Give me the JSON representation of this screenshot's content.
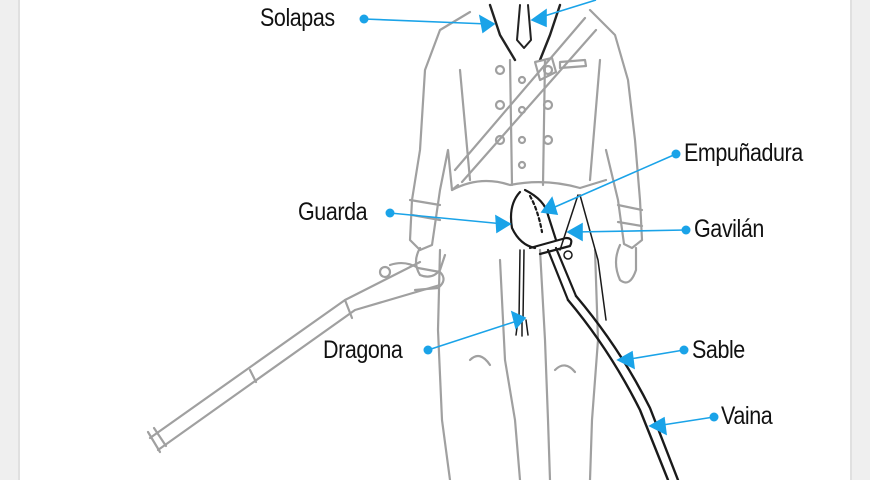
{
  "diagram": {
    "subject": "labeled illustration of a uniformed soldier with rifle and sabre",
    "accent_color": "#1aa3e8",
    "line_color": "#9a9a9a",
    "ink_color": "#111111",
    "labels": [
      {
        "id": "solapas",
        "text": "Solapas"
      },
      {
        "id": "empunadura",
        "text": "Empuñadura"
      },
      {
        "id": "guarda",
        "text": "Guarda"
      },
      {
        "id": "gavilan",
        "text": "Gavilán"
      },
      {
        "id": "dragona",
        "text": "Dragona"
      },
      {
        "id": "sable",
        "text": "Sable"
      },
      {
        "id": "vaina",
        "text": "Vaina"
      }
    ]
  }
}
